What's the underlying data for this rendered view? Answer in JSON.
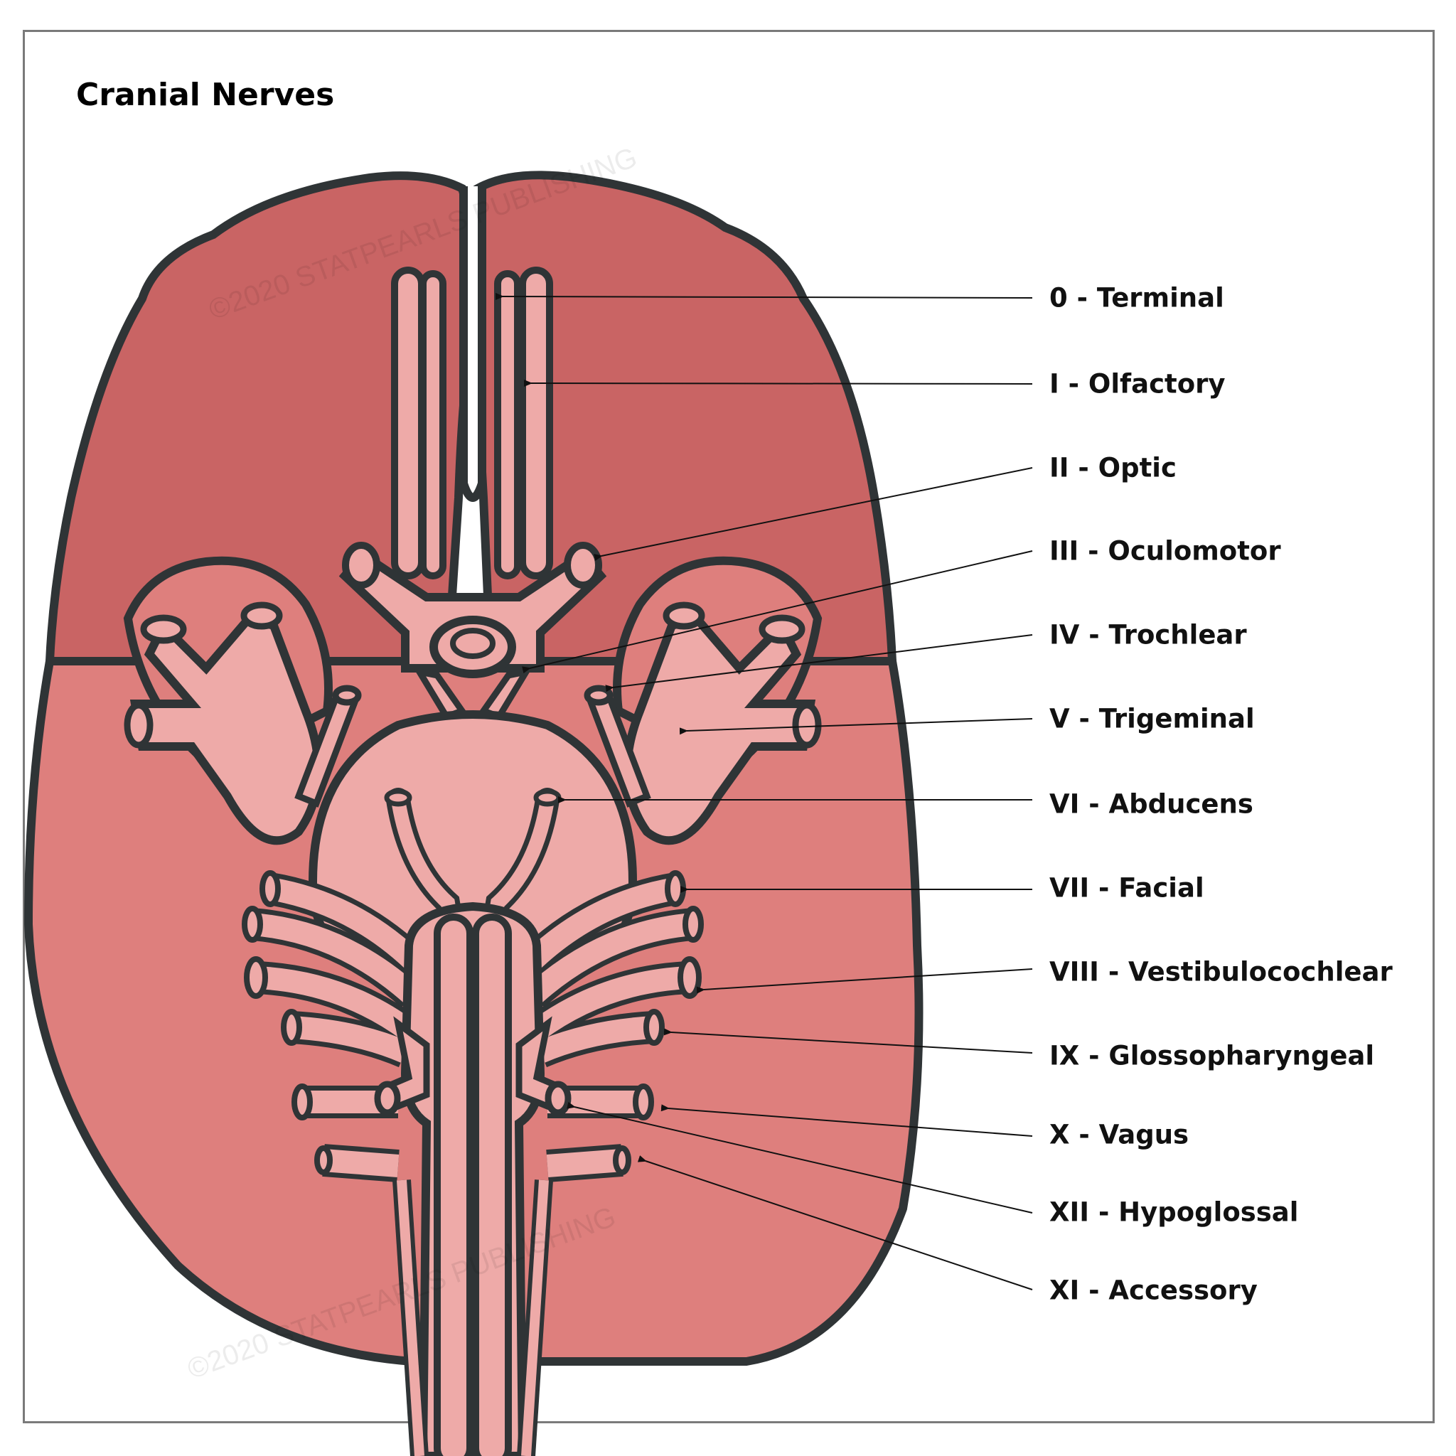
{
  "title": "Cranial Nerves",
  "watermark": "©2020 STATPEARLS PUBLISHING",
  "colors": {
    "outline": "#2f3436",
    "frontal_lobe": "#c96464",
    "temporal_lobe": "#de7f7d",
    "nerves": "#eeaaa8",
    "frame": "#7a7a7a"
  },
  "labels": [
    {
      "id": "terminal",
      "text": "0 - Terminal"
    },
    {
      "id": "olfactory",
      "text": "I - Olfactory"
    },
    {
      "id": "optic",
      "text": "II - Optic"
    },
    {
      "id": "oculomotor",
      "text": "III - Oculomotor"
    },
    {
      "id": "trochlear",
      "text": "IV - Trochlear"
    },
    {
      "id": "trigeminal",
      "text": "V - Trigeminal"
    },
    {
      "id": "abducens",
      "text": "VI - Abducens"
    },
    {
      "id": "facial",
      "text": "VII - Facial"
    },
    {
      "id": "vestibulocochlear",
      "text": "VIII - Vestibulocochlear"
    },
    {
      "id": "glossopharyngeal",
      "text": "IX - Glossopharyngeal"
    },
    {
      "id": "vagus",
      "text": "X - Vagus"
    },
    {
      "id": "hypoglossal",
      "text": "XII - Hypoglossal"
    },
    {
      "id": "accessory",
      "text": "XI - Accessory"
    }
  ]
}
